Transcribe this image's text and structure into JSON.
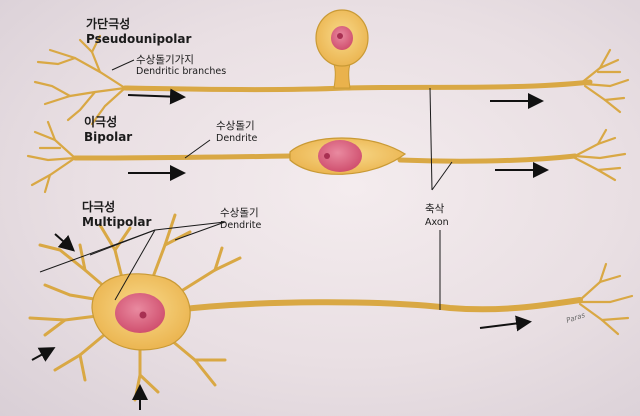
{
  "types": {
    "pseudounipolar": {
      "ko": "가단극성",
      "en": "Pseudounipolar"
    },
    "bipolar": {
      "ko": "이극성",
      "en": "Bipolar"
    },
    "multipolar": {
      "ko": "다극성",
      "en": "Multipolar"
    }
  },
  "labels": {
    "dendritic_branches": {
      "ko": "수상돌기가지",
      "en": "Dendritic branches"
    },
    "dendrite_bipolar": {
      "ko": "수상돌기",
      "en": "Dendrite"
    },
    "dendrite_multipolar": {
      "ko": "수상돌기",
      "en": "Dendrite"
    },
    "axon": {
      "ko": "축삭",
      "en": "Axon"
    }
  },
  "signature": "Paras",
  "colors": {
    "neuron_fill": "#f2c560",
    "neuron_stroke": "#c99a35",
    "nucleus": "#e0607f",
    "arrow": "#111111",
    "background": "#ebe2e6"
  }
}
